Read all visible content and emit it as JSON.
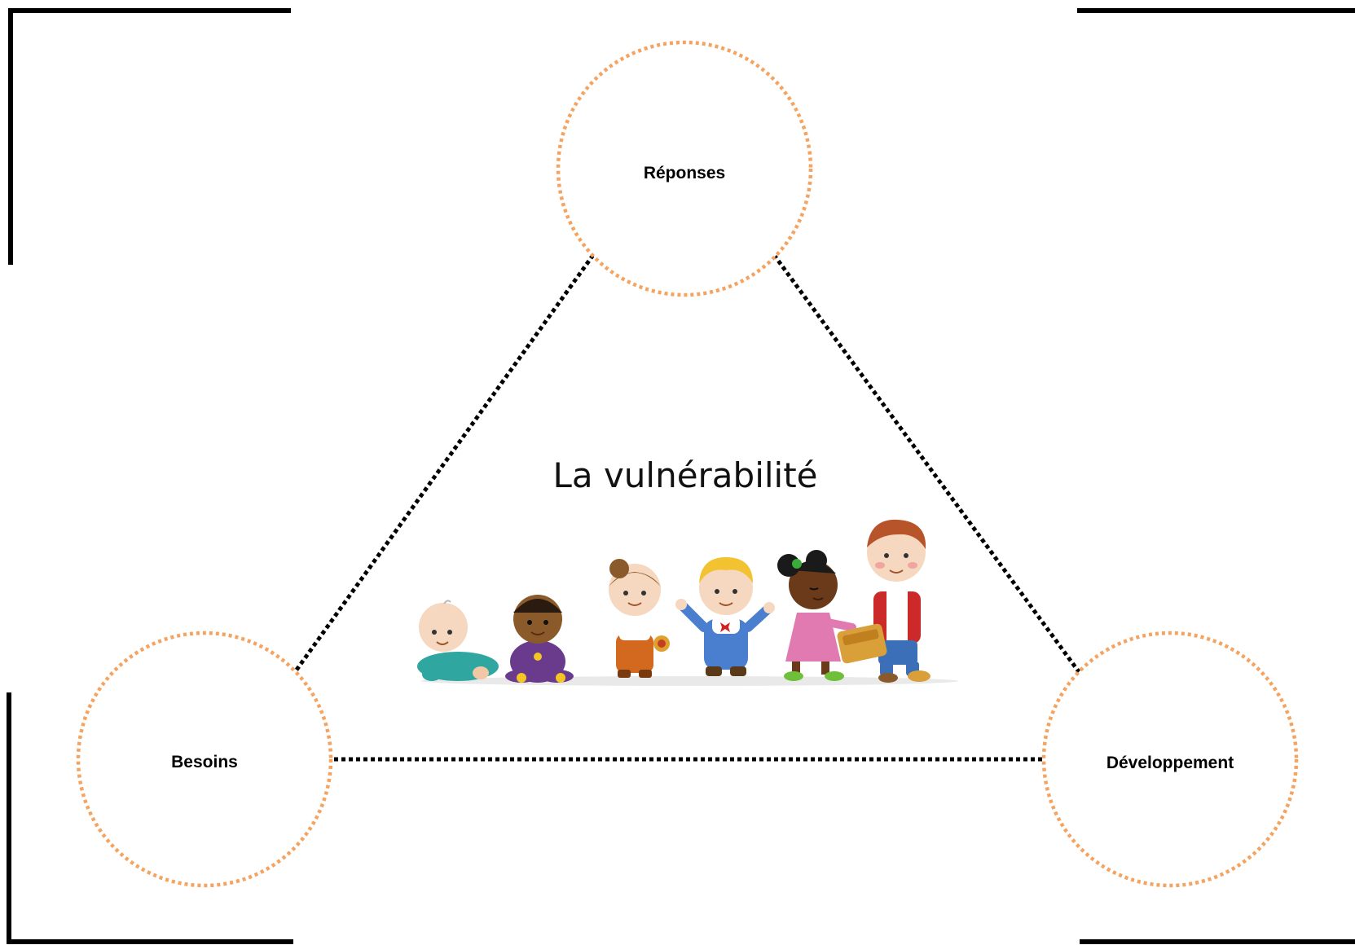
{
  "diagram": {
    "title": "La vulnérabilité",
    "nodes": {
      "top": {
        "label": "Réponses"
      },
      "left": {
        "label": "Besoins"
      },
      "right": {
        "label": "Développement"
      }
    },
    "illustration": {
      "subject": "six cartoon children, from crawling baby to school-age boy with satchel"
    }
  },
  "colors": {
    "circle_stroke": "#F4A460",
    "connector": "#000000",
    "frame": "#000000"
  }
}
